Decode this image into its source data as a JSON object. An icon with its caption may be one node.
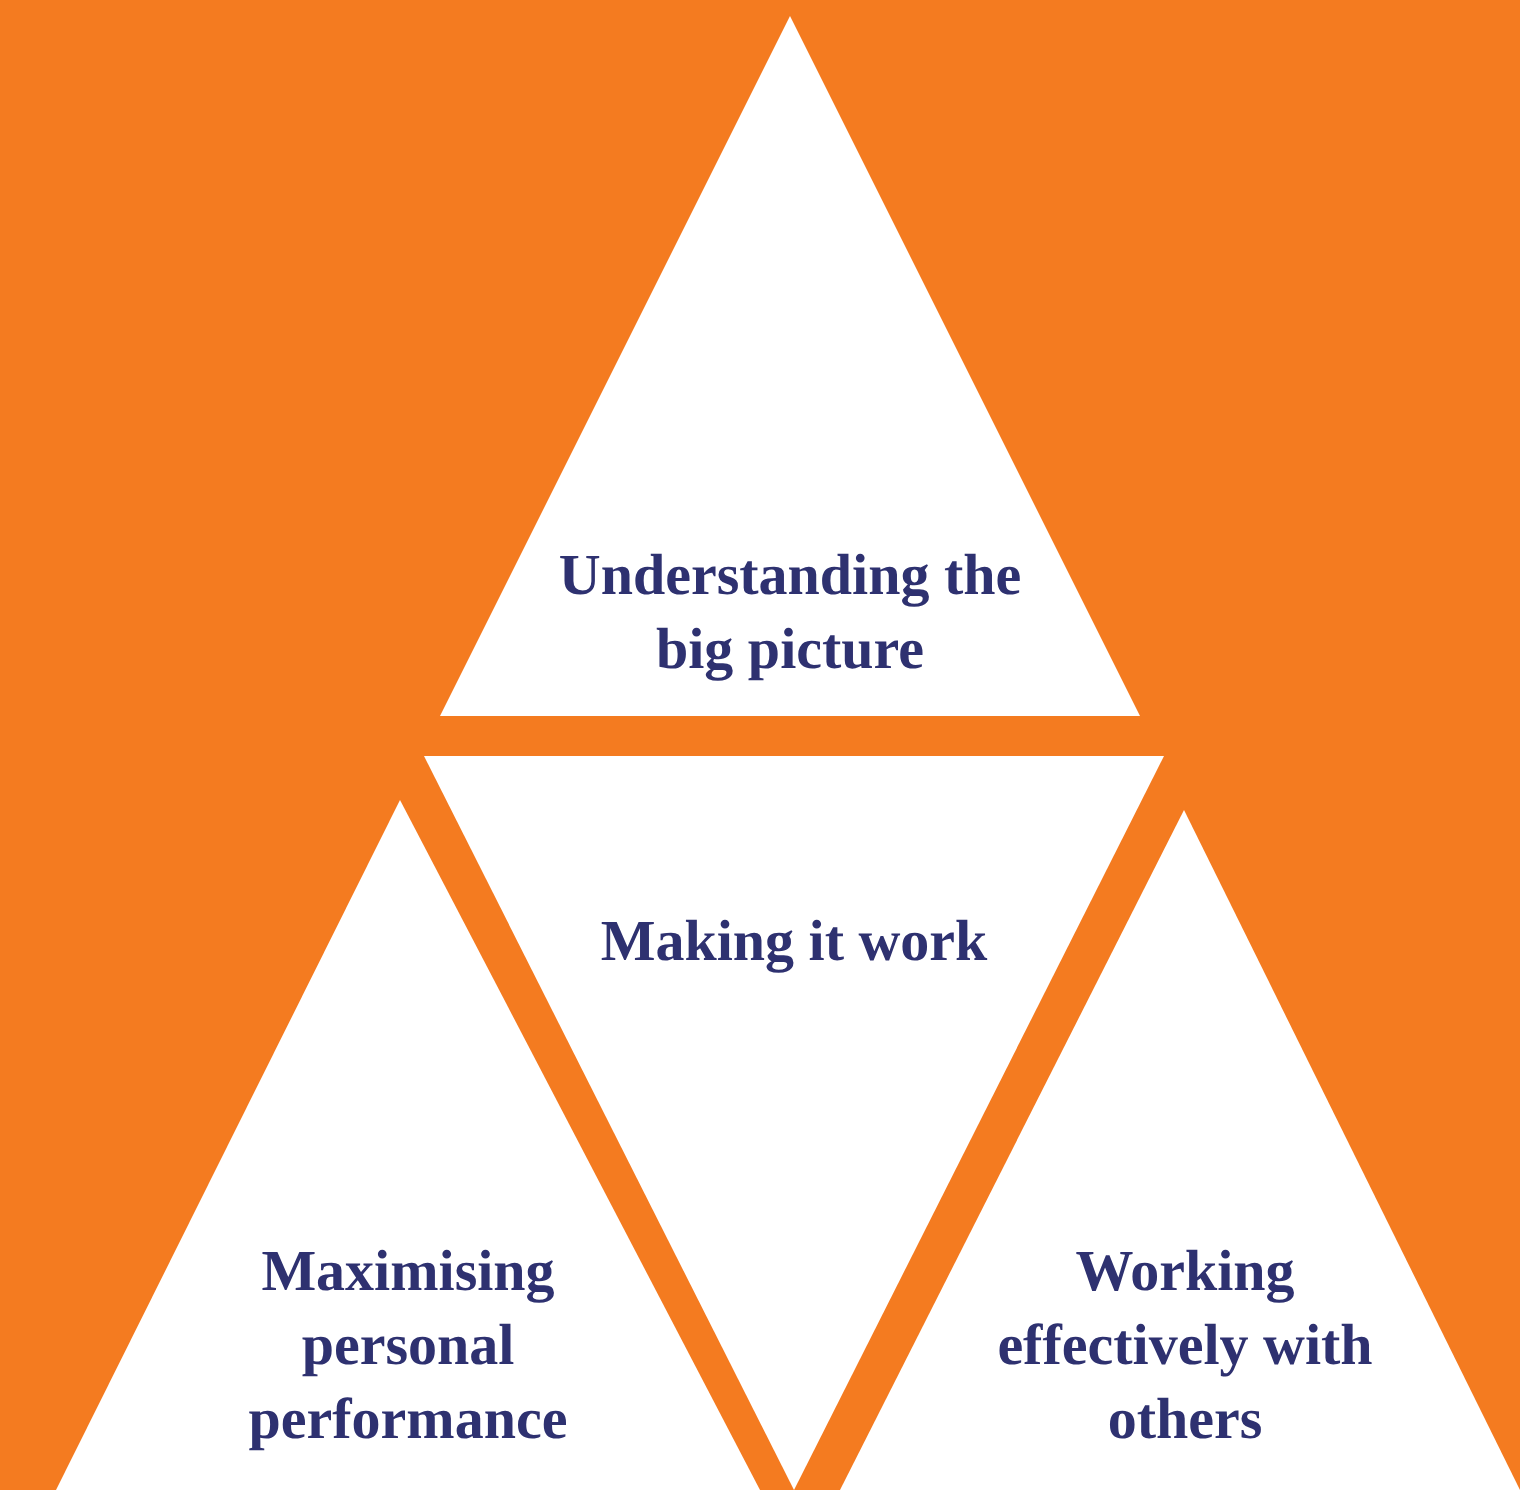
{
  "diagram": {
    "nodes": [
      {
        "text": [
          "Understanding the big picture"
        ]
      },
      {
        "text": [
          "Making it work"
        ]
      },
      {
        "text": [
          "Maximising personal performance"
        ]
      },
      {
        "text": [
          "Working effectively with others"
        ]
      }
    ]
  }
}
